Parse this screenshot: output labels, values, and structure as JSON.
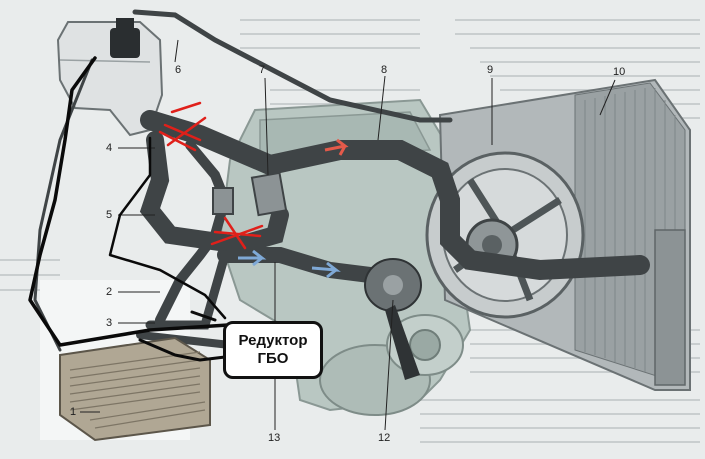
{
  "callouts": {
    "c1": "1",
    "c2": "2",
    "c3": "3",
    "c4": "4",
    "c5": "5",
    "c6": "6",
    "c7": "7",
    "c8": "8",
    "c9": "9",
    "c10": "10",
    "c12": "12",
    "c13": "13"
  },
  "annotation": {
    "line1": "Редуктор",
    "line2": "ГБО"
  },
  "colors": {
    "hose": "#3f4446",
    "engine": "#b9c7c2",
    "radiator": "#9aa1a3",
    "marker": "#e0201a",
    "ink": "#0a0a0a"
  }
}
